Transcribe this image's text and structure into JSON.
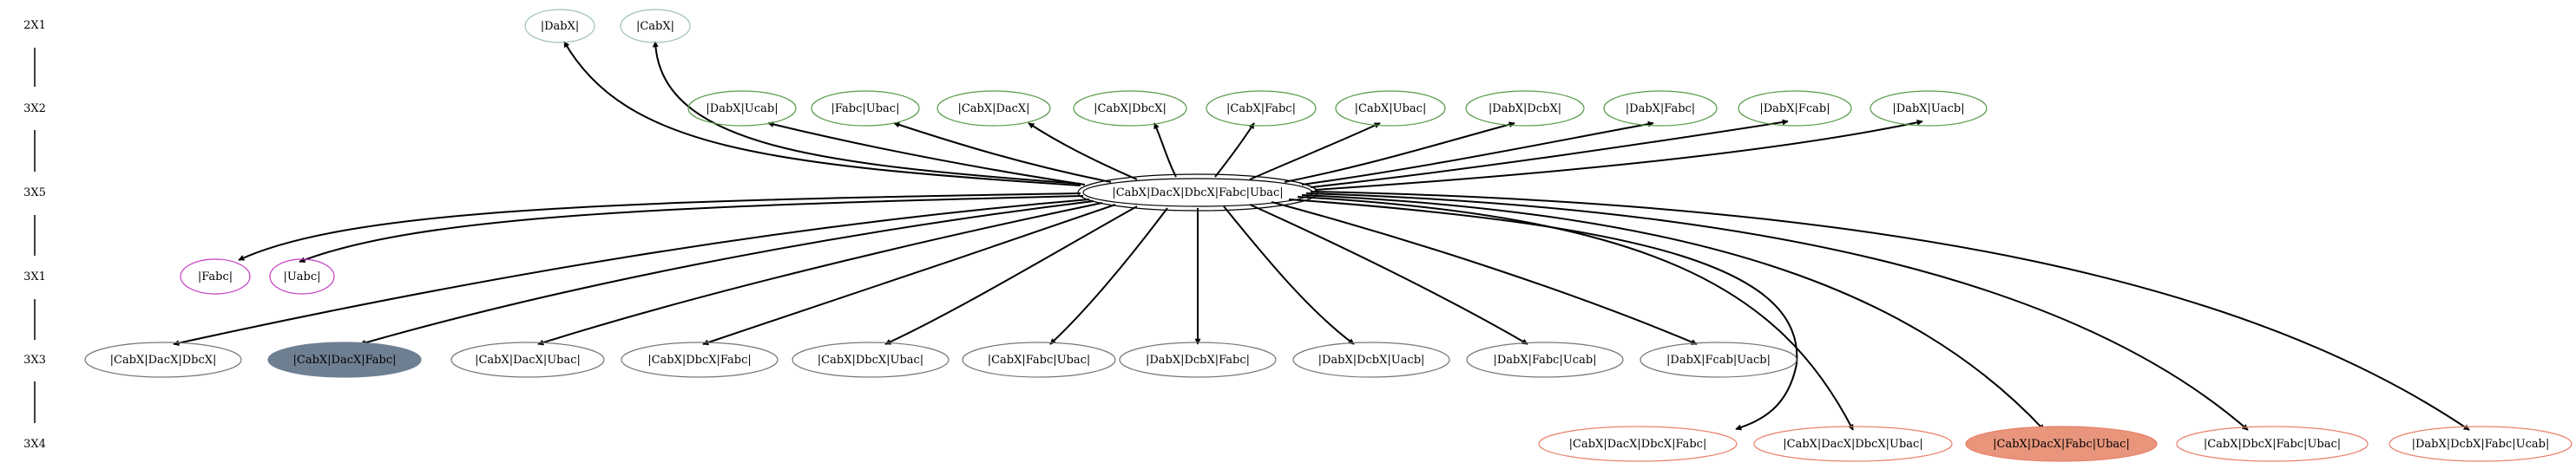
{
  "colors": {
    "green": "#5a9a4a",
    "purple": "#c23bc2",
    "gray": "#777777",
    "teal": "#9fbfbf",
    "salmon": "#e8826a",
    "slate_fill": "#6e7f92",
    "salmon_fill": "#e8957c",
    "black": "#000000"
  },
  "ranks": [
    "2X1",
    "3X2",
    "3X5",
    "3X1",
    "3X3",
    "3X4"
  ],
  "center_node": "|CabX|DacX|DbcX|Fabc|Ubac|",
  "nodes_2x1": [
    "|DabX|",
    "|CabX|"
  ],
  "nodes_3x2": [
    "|DabX|Ucab|",
    "|Fabc|Ubac|",
    "|CabX|DacX|",
    "|CabX|DbcX|",
    "|CabX|Fabc|",
    "|CabX|Ubac|",
    "|DabX|DcbX|",
    "|DabX|Fabc|",
    "|DabX|Fcab|",
    "|DabX|Uacb|"
  ],
  "nodes_3x1": [
    "|Fabc|",
    "|Uabc|"
  ],
  "nodes_3x3": [
    "|CabX|DacX|DbcX|",
    "|CabX|DacX|Fabc|",
    "|CabX|DacX|Ubac|",
    "|CabX|DbcX|Fabc|",
    "|CabX|DbcX|Ubac|",
    "|CabX|Fabc|Ubac|",
    "|DabX|DcbX|Fabc|",
    "|DabX|DcbX|Uacb|",
    "|DabX|Fabc|Ucab|",
    "|DabX|Fcab|Uacb|"
  ],
  "nodes_3x4": [
    "|CabX|DacX|DbcX|Fabc|",
    "|CabX|DacX|DbcX|Ubac|",
    "|CabX|DacX|Fabc|Ubac|",
    "|CabX|DbcX|Fabc|Ubac|",
    "|DabX|DcbX|Fabc|Ucab|"
  ]
}
